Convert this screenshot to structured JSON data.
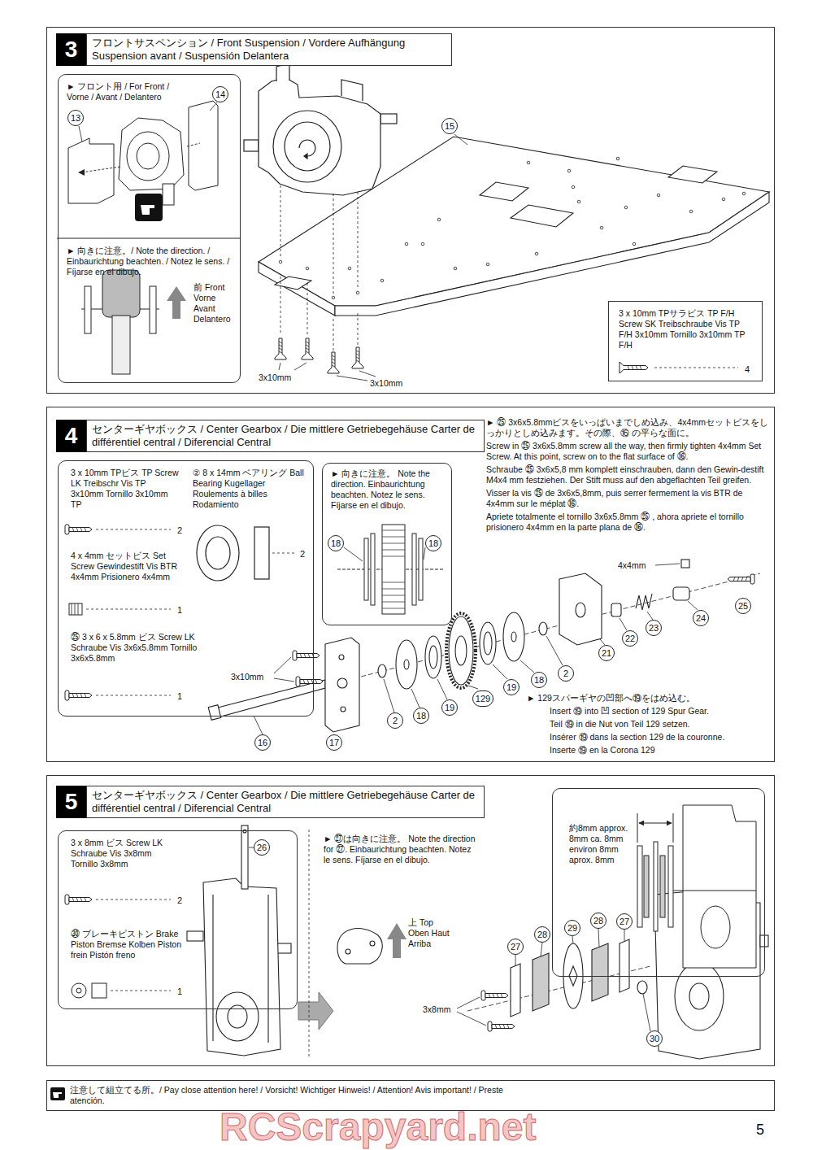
{
  "diagram": {
    "nodes": [
      {
        "text": [
          "3",
          "フロントサスペンション / Front Suspension / Vordere Aufhängung Suspension avant / Suspensión Delantera"
        ]
      },
      {
        "text": [
          "► フロント用 / For Front / Vorne / Avant / Delantero",
          "► 向きに注意。/ Note the direction. / Einbaurichtung beachten. / Notez le sens. / Fíjarse en el dibujo.",
          "前 Front Vorne Avant Delantero"
        ],
        "in": 0
      },
      {
        "text": [
          "3 x 10mm TPサラビス TP F/H Screw SK Treibschraube Vis TP F/H 3x10mm Tornillo 3x10mm TP F/H",
          "4"
        ],
        "in": 0
      },
      {
        "text": [
          "4",
          "センターギヤボックス / Center Gearbox / Die mittlere Getriebegehäuse Carter de différentiel central / Diferencial Central"
        ]
      },
      {
        "text": [
          "3 x 10mm TPビス TP Screw LK Treibschr Vis TP 3x10mm Tornillo 3x10mm TP",
          "2",
          "② 8 x 14mm ベアリング Ball Bearing Kugellager Roulements à billes Rodamiento",
          "2",
          "4 x 4mm セットビス Set Screw Gewindestift Vis BTR 4x4mm Prisionero 4x4mm",
          "1",
          "㉕ 3 x 6 x 5.8mm ビス Screw LK Schraube Vis 3x6x5.8mm Tornillo 3x6x5.8mm",
          "1"
        ],
        "in": 3
      },
      {
        "text": [
          "► 向きに注意。 Note the direction. Einbaurichtung beachten. Notez le sens. Fíjarse en el dibujo."
        ],
        "in": 3
      },
      {
        "text": [
          "5",
          "センターギヤボックス / Center Gearbox / Die mittlere Getriebegehäuse Carter de différentiel central / Diferencial Central"
        ]
      },
      {
        "text": [
          "3 x 8mm ビス Screw LK Schraube Vis 3x8mm Tornillo 3x8mm",
          "2",
          "㉚ ブレーキピストン Brake Piston Bremse Kolben Piston frein Pistón freno",
          "1"
        ],
        "in": 6
      },
      {
        "text": [
          "約8mm approx. 8mm ca. 8mm environ 8mm aprox. 8mm"
        ],
        "in": 6
      },
      {
        "text": [
          "注意して組立てる所。/ Pay close attention here! / Vorsicht! Wichtiger Hinweis! / Attention! Avis important! / Preste atención."
        ]
      }
    ],
    "labels": [
      "13",
      "14",
      "15",
      "3x10mm",
      "3x10mm",
      "18",
      "18",
      "► ㉕ 3x6x5.8mmビスをいっぱいまでしめ込み、4x4mmセットビスをしっかりとしめ込みます。その際、⑯ の平らな面に。",
      "Screw in ㉕ 3x6x5.8mm screw all the way, then firmly tighten 4x4mm Set Screw. At this point, screw on to the flat surface of ⑯.",
      "Schraube ㉕ 3x6x5,8 mm komplett einschrauben, dann den Gewin-destift M4x4 mm festziehen. Der Stift muss auf den abgeflachten Teil greifen.",
      "Visser la vis ㉕ de 3x6x5,8mm, puis serrer fermement la vis BTR de 4x4mm sur le méplat ⑯.",
      "Apriete totalmente el tornillo 3x6x5.8mm ㉕ , ahora apriete el tornillo prisionero 4x4mm en la parte plana de ⑯.",
      "4x4mm",
      "25",
      "21",
      "22",
      "23",
      "24",
      "2",
      "18",
      "19",
      "129",
      "19",
      "18",
      "2",
      "3x10mm",
      "16",
      "17",
      "► 129スパーギヤの凹部へ⑲をはめ込む。",
      "Insert ⑲ into 凹 section of 129 Spur Gear.",
      "Teil ⑲ in die Nut von Teil 129 setzen.",
      "Insérer ⑲ dans la section 129 de la couronne.",
      "Inserte ⑲ en la Corona 129",
      "26",
      "► ㉗は向きに注意。 Note the direction for ㉗. Einbaurichtung beachten. Notez le sens. Fíjarse en el dibujo.",
      "上 Top Oben Haut Arriba",
      "27",
      "28",
      "29",
      "28",
      "27",
      "3x8mm",
      "30",
      "5",
      "RCScrapyard.net"
    ]
  }
}
